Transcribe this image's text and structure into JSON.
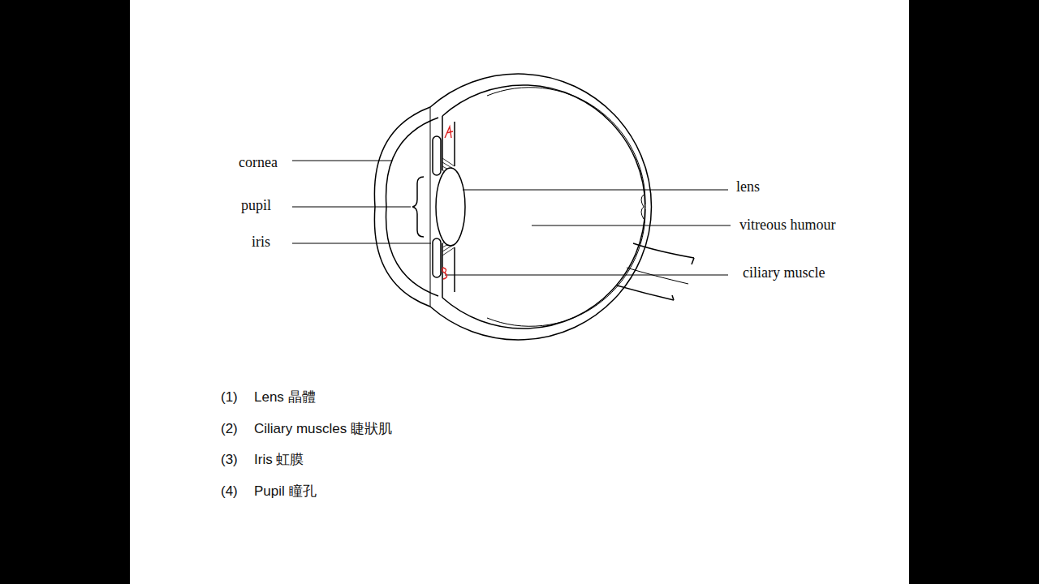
{
  "diagram": {
    "labels": [
      "cornea",
      "pupil",
      "iris",
      "lens",
      "vitreous humour",
      "ciliary muscle",
      "(1)",
      "Lens 晶體",
      "(2)",
      "Ciliary muscles 睫狀肌",
      "(3)",
      "Iris 虹膜",
      "(4)",
      "Pupil 瞳孔"
    ]
  }
}
